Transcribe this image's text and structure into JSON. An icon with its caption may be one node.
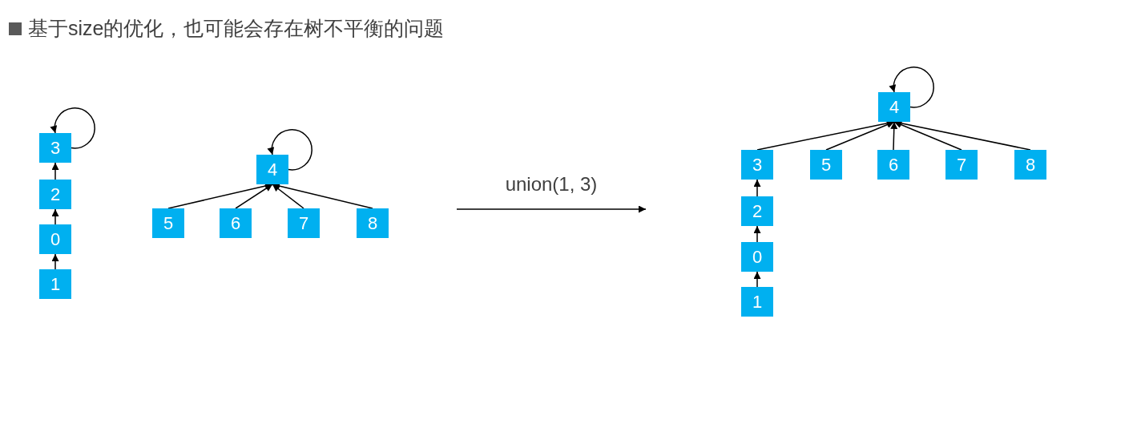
{
  "diagram": {
    "title": "基于size的优化，也可能会存在树不平衡的问题",
    "nodes": [
      {
        "text": [
          "3"
        ]
      },
      {
        "text": [
          "2"
        ]
      },
      {
        "text": [
          "0"
        ]
      },
      {
        "text": [
          "1"
        ]
      },
      {
        "text": [
          "4"
        ]
      },
      {
        "text": [
          "5"
        ]
      },
      {
        "text": [
          "6"
        ]
      },
      {
        "text": [
          "7"
        ]
      },
      {
        "text": [
          "8"
        ]
      },
      {
        "text": [
          "4"
        ]
      },
      {
        "text": [
          "3"
        ]
      },
      {
        "text": [
          "5"
        ]
      },
      {
        "text": [
          "6"
        ]
      },
      {
        "text": [
          "7"
        ]
      },
      {
        "text": [
          "8"
        ]
      },
      {
        "text": [
          "2"
        ]
      },
      {
        "text": [
          "0"
        ]
      },
      {
        "text": [
          "1"
        ]
      }
    ],
    "edges": [
      {
        "from": 0,
        "to": 0,
        "arrow": "to"
      },
      {
        "from": 1,
        "to": 0,
        "arrow": "to"
      },
      {
        "from": 2,
        "to": 1,
        "arrow": "to"
      },
      {
        "from": 3,
        "to": 2,
        "arrow": "to"
      },
      {
        "from": 4,
        "to": 4,
        "arrow": "to"
      },
      {
        "from": 5,
        "to": 4,
        "arrow": "to"
      },
      {
        "from": 6,
        "to": 4,
        "arrow": "to"
      },
      {
        "from": 7,
        "to": 4,
        "arrow": "to"
      },
      {
        "from": 8,
        "to": 4,
        "arrow": "to"
      },
      {
        "from": 9,
        "to": 9,
        "arrow": "to"
      },
      {
        "from": 10,
        "to": 9,
        "arrow": "to"
      },
      {
        "from": 11,
        "to": 9,
        "arrow": "to"
      },
      {
        "from": 12,
        "to": 9,
        "arrow": "to"
      },
      {
        "from": 13,
        "to": 9,
        "arrow": "to"
      },
      {
        "from": 14,
        "to": 9,
        "arrow": "to"
      },
      {
        "from": 15,
        "to": 10,
        "arrow": "to"
      },
      {
        "from": 16,
        "to": 15,
        "arrow": "to"
      },
      {
        "from": 17,
        "to": 16,
        "arrow": "to"
      }
    ],
    "labels": [
      "union(1, 3)"
    ]
  }
}
